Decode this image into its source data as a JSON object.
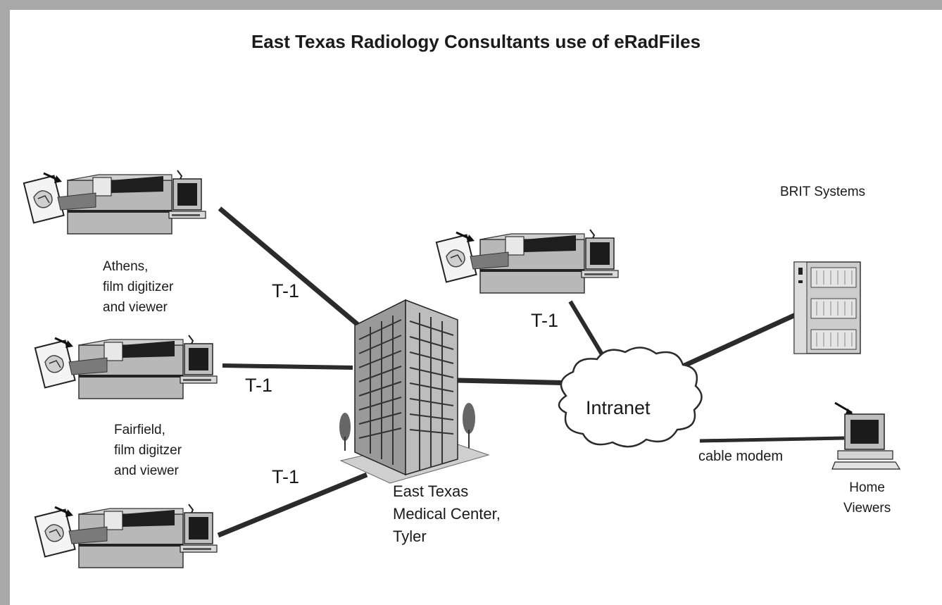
{
  "diagram": {
    "title": "East Texas Radiology Consultants use of eRadFiles",
    "sites": {
      "athens": [
        "Athens,",
        "film digitizer",
        "and viewer"
      ],
      "fairfield": [
        "Fairfield,",
        "film digitzer",
        "and viewer"
      ],
      "hospital": [
        "East Texas",
        "Medical Center,",
        "Tyler"
      ],
      "brit": "BRIT Systems",
      "home": [
        "Home",
        "Viewers"
      ]
    },
    "links": {
      "t1_top": "T-1",
      "t1_middle": "T-1",
      "t1_bottom": "T-1",
      "t1_right": "T-1",
      "cable": "cable modem"
    },
    "network": {
      "cloud": "Intranet"
    },
    "colors": {
      "line": "#2b2b2b",
      "page_border": "#a8a8a8",
      "equipment": "#9e9e9e",
      "building": "#8a8a8a"
    }
  }
}
